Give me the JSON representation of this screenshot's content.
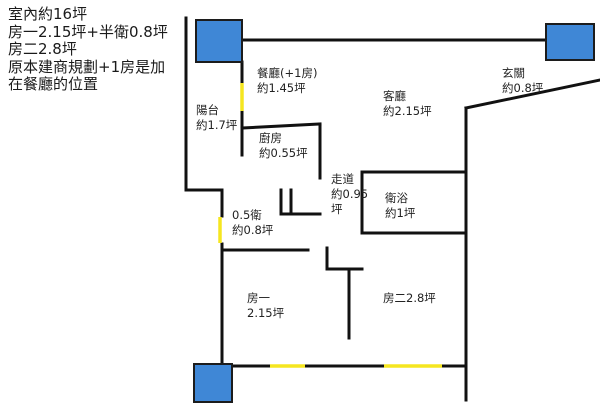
{
  "notes": [
    "室內約16坪",
    "房一2.15坪+半衛0.8坪",
    "房二2.8坪",
    "原本建商規劃+1房是加",
    "在餐廳的位置"
  ],
  "rooms": {
    "dining": [
      "餐廳(+1房)",
      "約1.45坪"
    ],
    "living": [
      "客廳",
      "約2.15坪"
    ],
    "entry": [
      "玄關",
      "約0.8坪"
    ],
    "balcony": [
      "陽台",
      "約1.7坪"
    ],
    "kitchen": [
      "廚房",
      "約0.55坪"
    ],
    "corridor": [
      "走道",
      "約0.95",
      "坪"
    ],
    "bath": [
      "衛浴",
      "約1坪"
    ],
    "half_bath": [
      "0.5衛",
      "約0.8坪"
    ],
    "room1": [
      "房一",
      "2.15坪"
    ],
    "room2": [
      "房二2.8坪"
    ]
  },
  "colors": {
    "wall": "#111111",
    "column_fill": "#3f87d6",
    "column_stroke": "#1c1c1c",
    "opening": "#f5e620"
  }
}
